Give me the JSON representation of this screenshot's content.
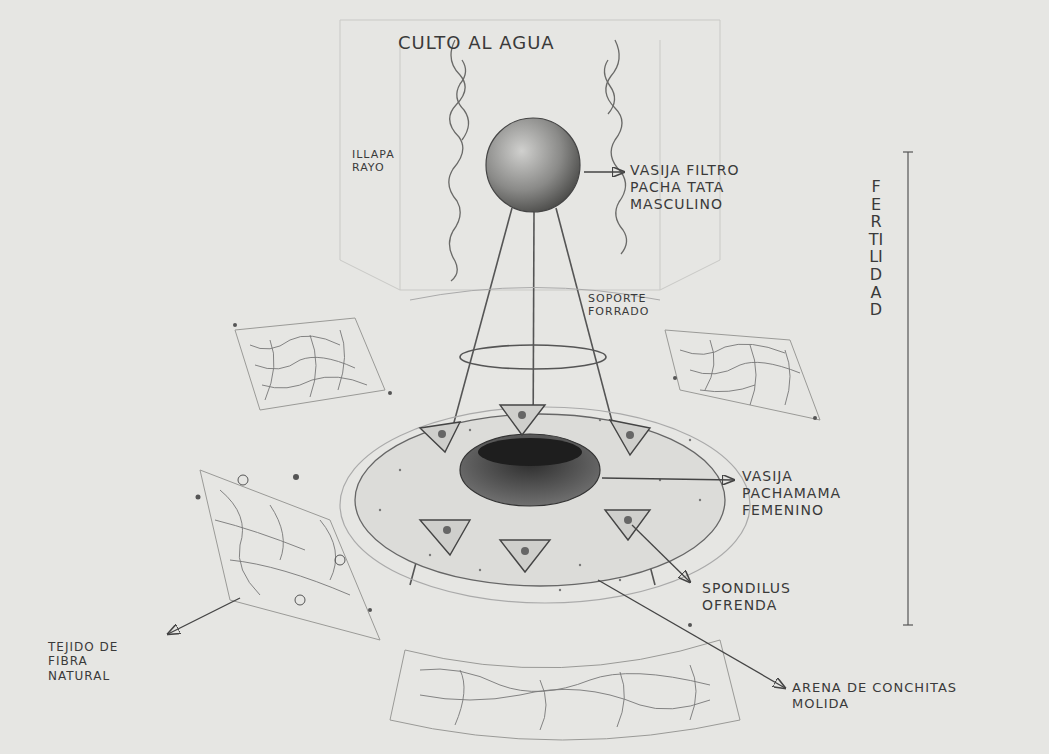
{
  "diagram": {
    "title": "CULTO AL AGUA",
    "labels": [
      "ILLAPA RAYO",
      "VASIJA FILTRO PACHA TATA MASCULINO",
      "SOPORTE FORRADO",
      "FERTILIDAD",
      "VASIJA PACHAMAMA FEMENINO",
      "SPONDILUS OFRENDA",
      "TEJIDO DE FIBRA NATURAL",
      "ARENA DE CONCHITAS MOLIDA"
    ]
  }
}
